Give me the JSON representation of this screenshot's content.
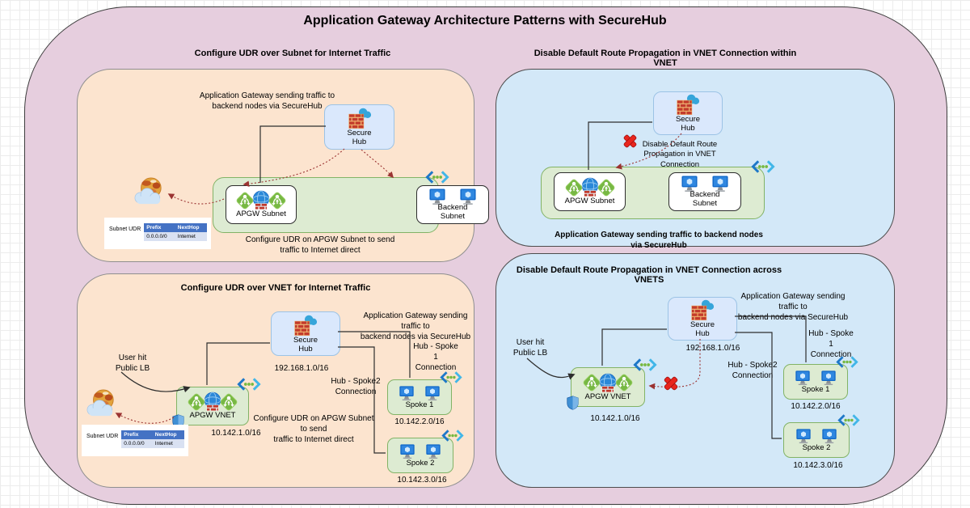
{
  "title": "Application Gateway Architecture Patterns with SecureHub",
  "colors": {
    "board": "#e6cede",
    "panel_peach": "#fce4cf",
    "panel_blue": "#d3e8f8",
    "vnet_green": "#ddebd2",
    "hub_fill": "#dae8fc",
    "wire_red": "#9b3332",
    "table_header_blue": "#4472c4",
    "app_gateway_green": "#77b843"
  },
  "panels": {
    "tl": {
      "header": "Configure UDR over Subnet for Internet Traffic",
      "note_top": "Application Gateway sending traffic to\nbackend nodes via SecureHub",
      "hub_label": "Secure\nHub",
      "apgw_label": "APGW Subnet",
      "backend_label": "Backend\nSubnet",
      "note_bottom": "Configure UDR on APGW Subnet to send\ntraffic to Internet direct",
      "udr": {
        "label": "Subnet UDR",
        "headers": [
          "Prefix",
          "NextHop"
        ],
        "row": [
          "0.0.0.0/0",
          "Internet"
        ]
      }
    },
    "tr": {
      "header": "Disable Default Route Propagation in VNET Connection within VNET",
      "hub_label": "Secure\nHub",
      "disable_note": "Disable Default Route\nPropagation in VNET\nConnection",
      "apgw_label": "APGW Subnet",
      "backend_label": "Backend\nSubnet",
      "note_bottom": "Application Gateway sending traffic to backend nodes via SecureHub"
    },
    "bl": {
      "header": "Configure UDR over VNET for Internet Traffic",
      "note_top": "Application Gateway sending traffic to\nbackend nodes via SecureHub",
      "user_note": "User hit\nPublic LB",
      "hub_label": "Secure\nHub",
      "hub_ip": "192.168.1.0/16",
      "hub_spoke1": "Hub - Spoke 1\nConnection",
      "hub_spoke2": "Hub - Spoke2\nConnection",
      "apgw_label": "APGW VNET",
      "apgw_ip": "10.142.1.0/16",
      "note_mid": "Configure UDR on APGW Subnet to send\ntraffic to Internet direct",
      "spoke1_label": "Spoke 1",
      "spoke1_ip": "10.142.2.0/16",
      "spoke2_label": "Spoke 2",
      "spoke2_ip": "10.142.3.0/16",
      "udr": {
        "label": "Subnet UDR",
        "headers": [
          "Prefix",
          "NextHop"
        ],
        "row": [
          "0.0.0.0/0",
          "Internet"
        ]
      }
    },
    "br": {
      "header": "Disable Default Route Propagation in VNET Connection across VNETS",
      "note_top": "Application Gateway sending traffic to\nbackend nodes via SecureHub",
      "user_note": "User hit\nPublic LB",
      "hub_label": "Secure\nHub",
      "hub_ip": "192.168.1.0/16",
      "hub_spoke1": "Hub - Spoke 1\nConnection",
      "hub_spoke2": "Hub - Spoke2\nConnection",
      "apgw_label": "APGW VNET",
      "apgw_ip": "10.142.1.0/16",
      "spoke1_label": "Spoke 1",
      "spoke1_ip": "10.142.2.0/16",
      "spoke2_label": "Spoke 2",
      "spoke2_ip": "10.142.3.0/16"
    }
  }
}
